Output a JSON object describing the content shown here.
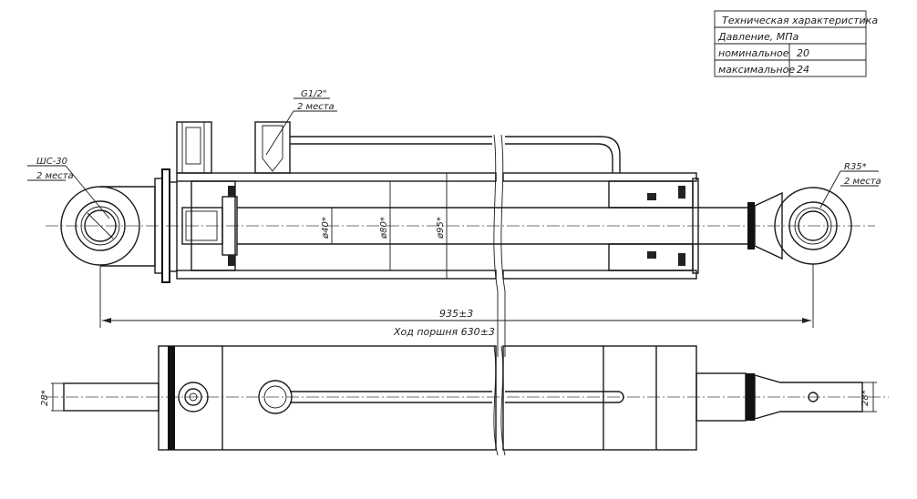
{
  "spec_table": {
    "title": "Техническая характеристика",
    "pressure_label": "Давление, МПа",
    "rows": [
      {
        "label": "номинальное",
        "value": "20"
      },
      {
        "label": "максимальное",
        "value": "24"
      }
    ]
  },
  "callouts": {
    "port_thread": "G1/2\"",
    "port_count": "2 места",
    "left_joint": "ШС-30",
    "left_joint_count": "2 места",
    "right_radius": "R35*",
    "right_radius_count": "2 места"
  },
  "dimensions": {
    "rod_dia": "ø40*",
    "piston_dia": "ø80*",
    "outer_dia": "ø95*",
    "total_length": "935±3",
    "stroke": "Ход поршня 630±3",
    "left_pin_width": "28*",
    "right_pin_width": "28*"
  },
  "colors": {
    "line": "#1a1a1a",
    "hatch": "#555555",
    "background": "#ffffff"
  }
}
